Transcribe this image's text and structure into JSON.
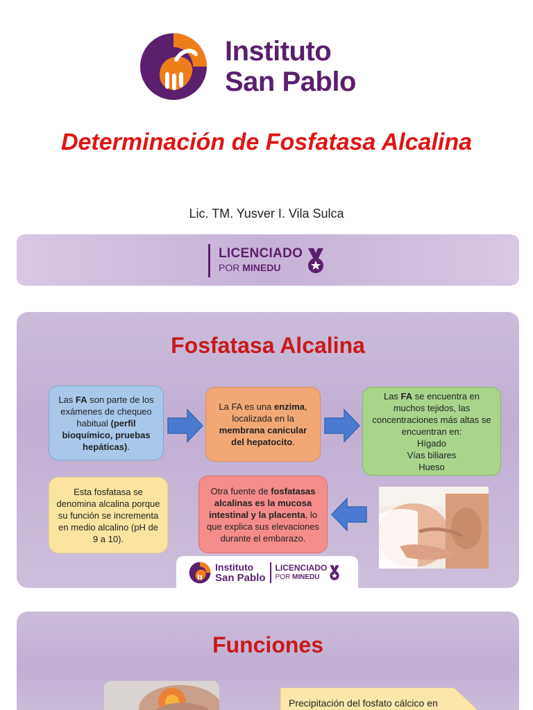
{
  "header": {
    "logo_line1": "Instituto",
    "logo_line2": "San Pablo",
    "title": "Determinación de Fosfatasa Alcalina",
    "author": "Lic. TM. Yusver I. Vila Sulca"
  },
  "banner": {
    "licenciado": "LICENCIADO",
    "por": "POR",
    "minedu": "MINEDU"
  },
  "section1": {
    "title": "Fosfatasa Alcalina",
    "blue_box": {
      "p1": "Las ",
      "b1": "FA",
      "p2": " son parte  de los exámenes  de chequeo  habitual ",
      "b2": "(perfil bioquímico, pruebas hepáticas)",
      "p3": "."
    },
    "orange_box": {
      "p1": "La FA es una ",
      "b1": "enzima",
      "p2": ", localizada en la ",
      "b2": "membrana canicular del hepatocito",
      "p3": "."
    },
    "green_box": {
      "p1": "Las ",
      "b1": "FA",
      "p2": " se encuentra en muchos tejidos, las concentraciones más altas se encuentran en:",
      "items": [
        "Hígado",
        "Vías biliares",
        "Hueso"
      ]
    },
    "yellow_box": {
      "text": "Esta fosfatasa se denomina alcalina porque su función se incrementa en medio alcalino (pH de 9 a 10)."
    },
    "red_box": {
      "p1": "Otra fuente de ",
      "b1": "fosfatasas alcalinas es la mucosa intestinal y la placenta",
      "p2": ", lo que explica sus elevaciones durante el embarazo."
    },
    "footer": {
      "isp_line1": "Instituto",
      "isp_line2": "San Pablo",
      "licenciado": "LICENCIADO",
      "por": "POR",
      "minedu": "MINEDU"
    }
  },
  "section2": {
    "title": "Funciones",
    "callout": "Precipitación del fosfato cálcico en"
  },
  "colors": {
    "brand_purple": "#5b1f6e",
    "brand_orange": "#ef7d1a",
    "title_red": "#e01414",
    "section_bg": "#c6b3d6"
  }
}
